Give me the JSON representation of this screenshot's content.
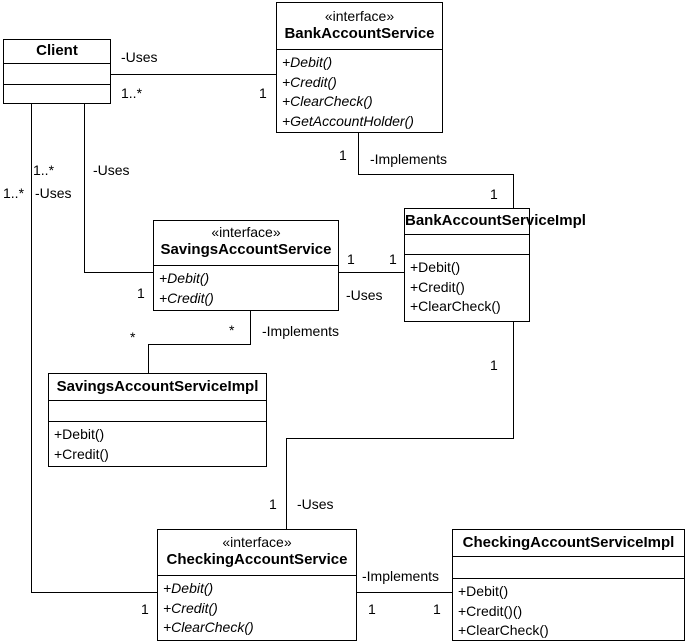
{
  "classes": {
    "client": {
      "name": "Client"
    },
    "bank_service": {
      "stereotype": "«interface»",
      "name": "BankAccountService",
      "operations": [
        "+Debit()",
        "+Credit()",
        "+ClearCheck()",
        "+GetAccountHolder()"
      ]
    },
    "bank_impl": {
      "name": "BankAccountServiceImpl",
      "operations": [
        "+Debit()",
        "+Credit()",
        "+ClearCheck()"
      ]
    },
    "savings_service": {
      "stereotype": "«interface»",
      "name": "SavingsAccountService",
      "operations": [
        "+Debit()",
        "+Credit()"
      ]
    },
    "savings_impl": {
      "name": "SavingsAccountServiceImpl",
      "operations": [
        "+Debit()",
        "+Credit()"
      ]
    },
    "checking_service": {
      "stereotype": "«interface»",
      "name": "CheckingAccountService",
      "operations": [
        "+Debit()",
        "+Credit()",
        "+ClearCheck()"
      ]
    },
    "checking_impl": {
      "name": "CheckingAccountServiceImpl",
      "operations": [
        "+Debit()",
        "+Credit()()",
        "+ClearCheck()"
      ]
    }
  },
  "labels": {
    "client_bank_role": "-Uses",
    "client_bank_mult_client": "1..*",
    "client_bank_mult_bank": "1",
    "client_savings_role": "-Uses",
    "client_savings_mult_client": "1..*",
    "client_savings_mult_savings": "1",
    "client_checking_role": "-Uses",
    "client_checking_mult_client": "1..*",
    "client_checking_mult_checking": "1",
    "bank_impl_role": "-Implements",
    "bank_impl_mult_service": "1",
    "bank_impl_mult_impl": "1",
    "savings_bank_role": "-Uses",
    "savings_bank_mult_savings": "1",
    "savings_bank_mult_impl": "1",
    "savings_impl_role": "-Implements",
    "savings_impl_mult_service": "*",
    "savings_impl_mult_impl": "*",
    "checking_bank_role": "-Uses",
    "checking_bank_mult_impl": "1",
    "checking_bank_mult_checking": "1",
    "checking_impl_role": "-Implements",
    "checking_impl_mult_service": "1",
    "checking_impl_mult_impl": "1"
  }
}
